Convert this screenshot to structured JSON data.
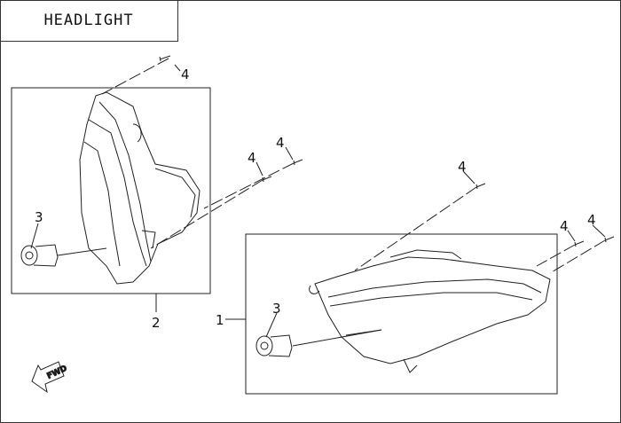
{
  "title": "HEADLIGHT",
  "callouts": {
    "assembly_right": "1",
    "assembly_left": "2",
    "bulb_left": "3",
    "bulb_right": "3",
    "screw_a": "4",
    "screw_b": "4",
    "screw_c": "4",
    "screw_d": "4",
    "screw_e": "4",
    "screw_f": "4"
  },
  "fwd_marker": "FWD"
}
